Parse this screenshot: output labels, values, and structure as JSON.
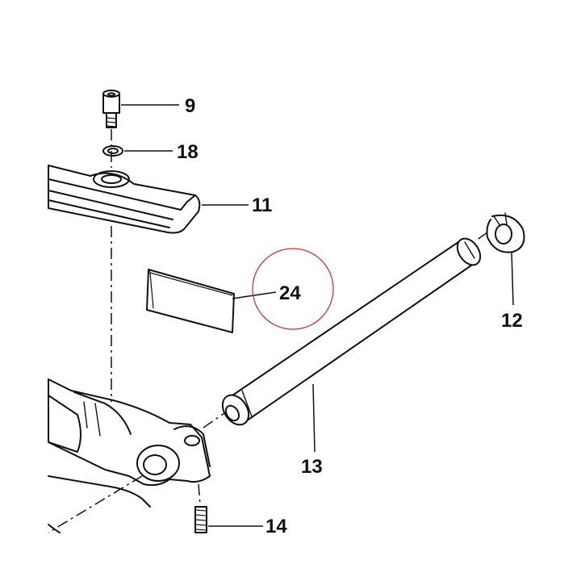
{
  "callouts": [
    {
      "id": "9",
      "text": "9"
    },
    {
      "id": "18",
      "text": "18"
    },
    {
      "id": "11",
      "text": "11"
    },
    {
      "id": "24",
      "text": "24"
    },
    {
      "id": "12",
      "text": "12"
    },
    {
      "id": "13",
      "text": "13"
    },
    {
      "id": "14",
      "text": "14"
    }
  ],
  "colors": {
    "line": "#111111",
    "highlight_circle": "#c0393b",
    "background": "#ffffff"
  }
}
